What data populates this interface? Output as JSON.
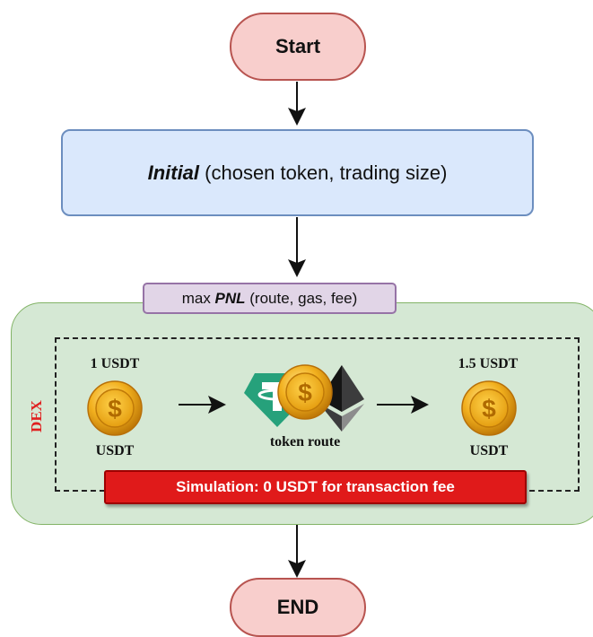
{
  "start": {
    "label": "Start"
  },
  "initial": {
    "title": "Initial",
    "params": " (chosen token, trading size)"
  },
  "objective": {
    "prefix": "max ",
    "title": "PNL",
    "params": " (route, gas, fee)"
  },
  "dex": {
    "label": "DEX",
    "input": {
      "amount": "1 USDT",
      "token": "USDT",
      "icon": "dollar-coin-icon"
    },
    "route": {
      "label": "token route",
      "icons": [
        "tether-logo-icon",
        "dollar-coin-icon",
        "ethereum-logo-icon"
      ]
    },
    "output": {
      "amount": "1.5 USDT",
      "token": "USDT",
      "icon": "dollar-coin-icon"
    },
    "simulation": "Simulation: 0 USDT for transaction fee"
  },
  "end": {
    "label": "END"
  },
  "colors": {
    "terminal_fill": "#f8cecc",
    "terminal_stroke": "#b85450",
    "initial_fill": "#dae8fc",
    "initial_stroke": "#6c8ebf",
    "objective_fill": "#e1d5e7",
    "objective_stroke": "#9673a6",
    "dex_fill": "#d5e8d4",
    "dex_stroke": "#82b366",
    "simulation_fill": "#e01a1a",
    "dex_label": "#e02020",
    "coin_gold": "#f2b01e",
    "tether_green": "#26a17b"
  }
}
